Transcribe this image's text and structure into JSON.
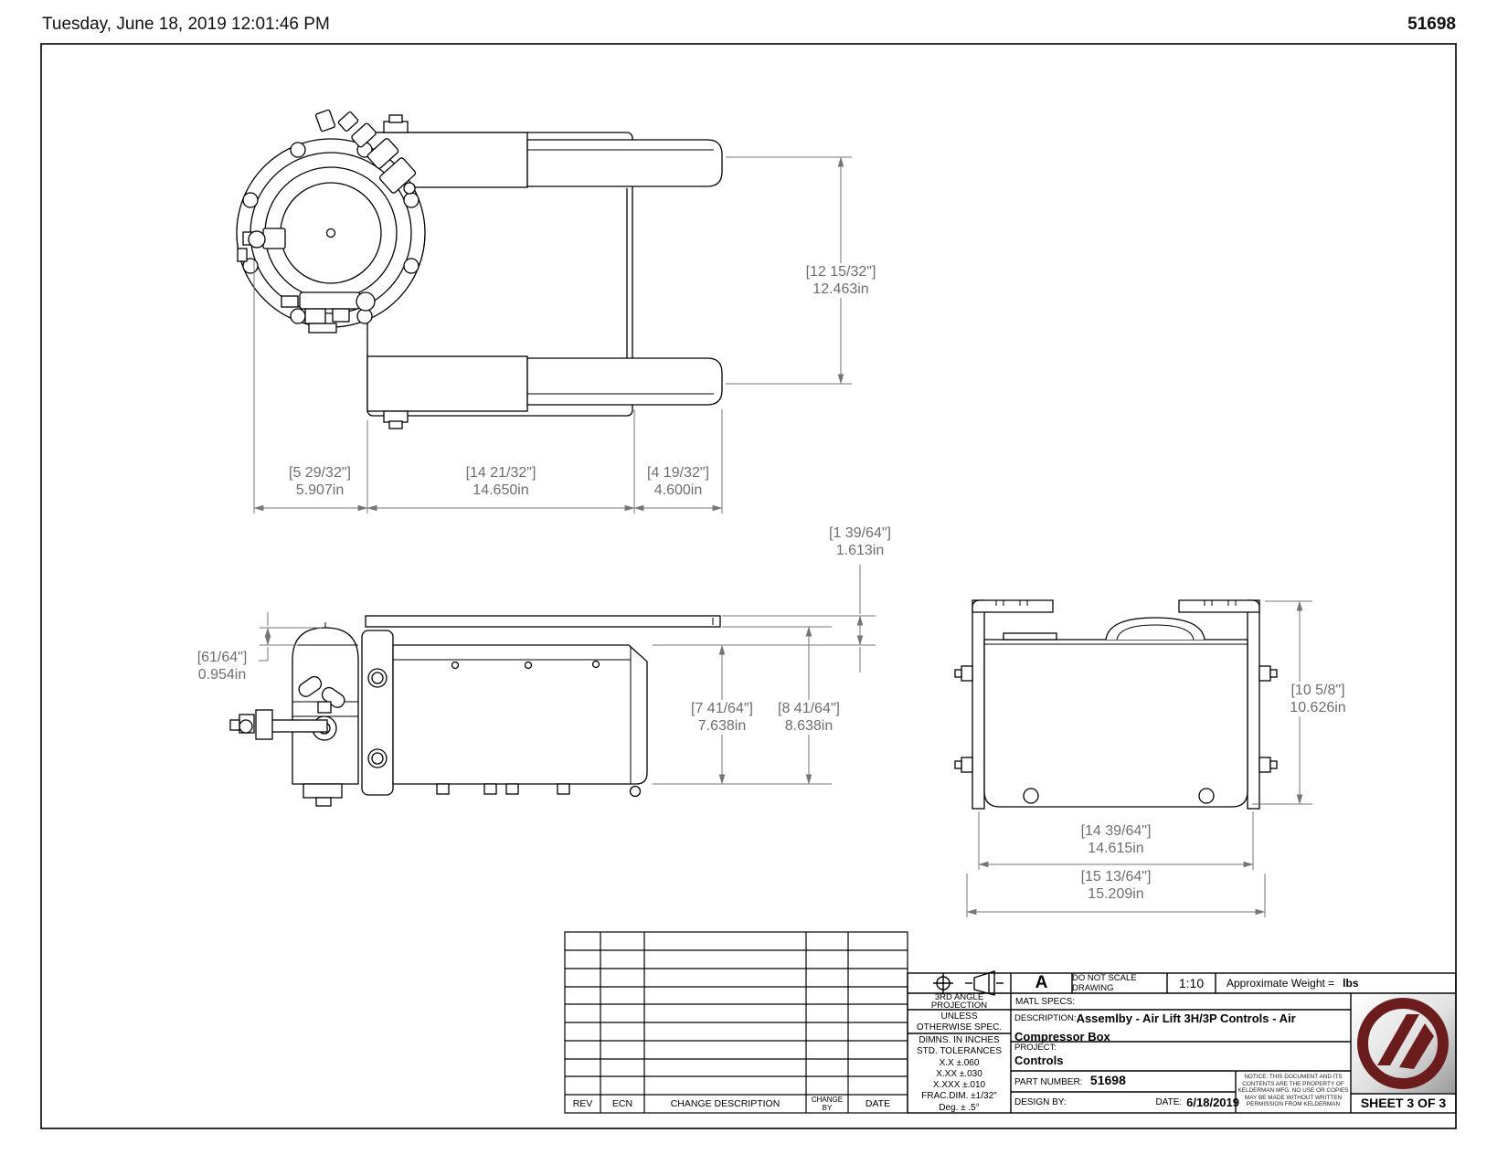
{
  "header": {
    "printed": "Tuesday, June 18, 2019 12:01:46 PM",
    "doc_number": "51698"
  },
  "colors": {
    "logo": "#6b1d1d",
    "dim_text": "#6e6e6e",
    "line": "#000000"
  },
  "dimensions": {
    "top_view": {
      "height": {
        "frac": "[12 15/32\"]",
        "dec": "12.463in"
      },
      "left": {
        "frac": "[5 29/32\"]",
        "dec": "5.907in"
      },
      "middle": {
        "frac": "[14 21/32\"]",
        "dec": "14.650in"
      },
      "right": {
        "frac": "[4 19/32\"]",
        "dec": "4.600in"
      }
    },
    "front_view": {
      "rail_offset": {
        "frac": "[1 39/64\"]",
        "dec": "1.613in"
      },
      "lid": {
        "frac": "[61/64\"]",
        "dec": "0.954in"
      },
      "box_height": {
        "frac": "[7 41/64\"]",
        "dec": "7.638in"
      },
      "overall_height": {
        "frac": "[8 41/64\"]",
        "dec": "8.638in"
      }
    },
    "side_view": {
      "height": {
        "frac": "[10 5/8\"]",
        "dec": "10.626in"
      },
      "base_width": {
        "frac": "[14 39/64\"]",
        "dec": "14.615in"
      },
      "overall_width": {
        "frac": "[15 13/64\"]",
        "dec": "15.209in"
      }
    }
  },
  "title_block": {
    "revision_headers": [
      "REV",
      "ECN",
      "CHANGE DESCRIPTION",
      "CHANGE\nBY",
      "DATE"
    ],
    "projection_label": "3RD ANGLE\nPROJECTION",
    "size": "A",
    "do_not_scale": "DO NOT SCALE DRAWING",
    "scale": "1:10",
    "weight_label": "Approximate Weight =",
    "weight_unit": "lbs",
    "matl_specs_label": "MATL SPECS:",
    "unless_lines": [
      "UNLESS",
      "OTHERWISE SPEC."
    ],
    "tolerance_lines": [
      "DIMNS. IN INCHES",
      "STD. TOLERANCES",
      "X.X ±.060",
      "X.XX ±.030",
      "X.XXX ±.010",
      "FRAC.DIM. ±1/32\"",
      "Deg. ± .5°"
    ],
    "description_label": "DESCRIPTION:",
    "description": "Assemlby - Air Lift 3H/3P Controls - Air Compressor Box",
    "project_label": "PROJECT:",
    "project": "Controls",
    "part_number_label": "PART NUMBER:",
    "part_number": "51698",
    "design_by_label": "DESIGN BY:",
    "date_label": "DATE:",
    "date": "6/18/2019",
    "notice": "NOTICE: THIS DOCUMENT AND ITS CONTENTS ARE THE PROPERTY OF KELDERMAN MFG. NO USE OR COPIES MAY BE MADE WITHOUT WRITTEN PERMISSION FROM KELDERMAN",
    "sheet": "SHEET 3 OF 3"
  }
}
